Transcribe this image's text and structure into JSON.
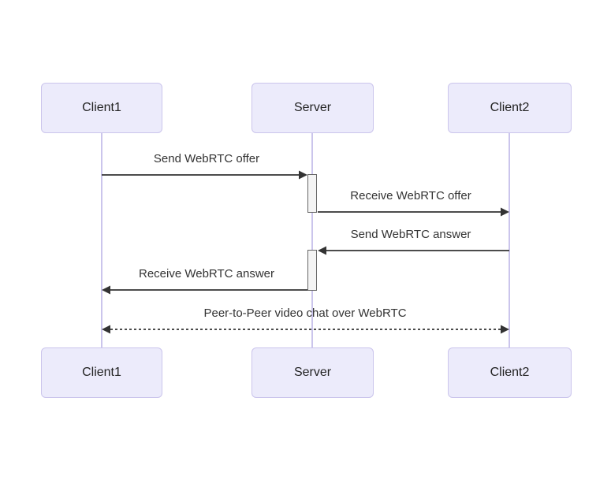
{
  "diagram": {
    "type": "sequence-diagram",
    "actors": [
      {
        "id": "client1",
        "label": "Client1"
      },
      {
        "id": "server",
        "label": "Server"
      },
      {
        "id": "client2",
        "label": "Client2"
      }
    ],
    "messages": [
      {
        "from": "Client1",
        "to": "Server",
        "label": "Send WebRTC offer",
        "line": "solid",
        "direction": "right"
      },
      {
        "from": "Server",
        "to": "Client2",
        "label": "Receive WebRTC offer",
        "line": "solid",
        "direction": "right"
      },
      {
        "from": "Client2",
        "to": "Server",
        "label": "Send WebRTC answer",
        "line": "solid",
        "direction": "left"
      },
      {
        "from": "Server",
        "to": "Client1",
        "label": "Receive WebRTC answer",
        "line": "solid",
        "direction": "left"
      },
      {
        "from": "Client1",
        "to": "Client2",
        "label": "Peer-to-Peer video chat over WebRTC",
        "line": "dashed",
        "direction": "both"
      }
    ],
    "activations": [
      {
        "actor": "Server",
        "from_message": "Send WebRTC offer",
        "to_message": "Receive WebRTC offer"
      },
      {
        "actor": "Server",
        "from_message": "Send WebRTC answer",
        "to_message": "Receive WebRTC answer"
      }
    ],
    "colors": {
      "background": "#FFFFFF",
      "actor_fill": "#ECEBFB",
      "actor_border": "#CBC5EC",
      "lifeline": "#CBC5EC",
      "activation_fill": "#F4F4F4",
      "activation_border": "#666666",
      "arrow": "#333333",
      "text": "#333333"
    }
  }
}
